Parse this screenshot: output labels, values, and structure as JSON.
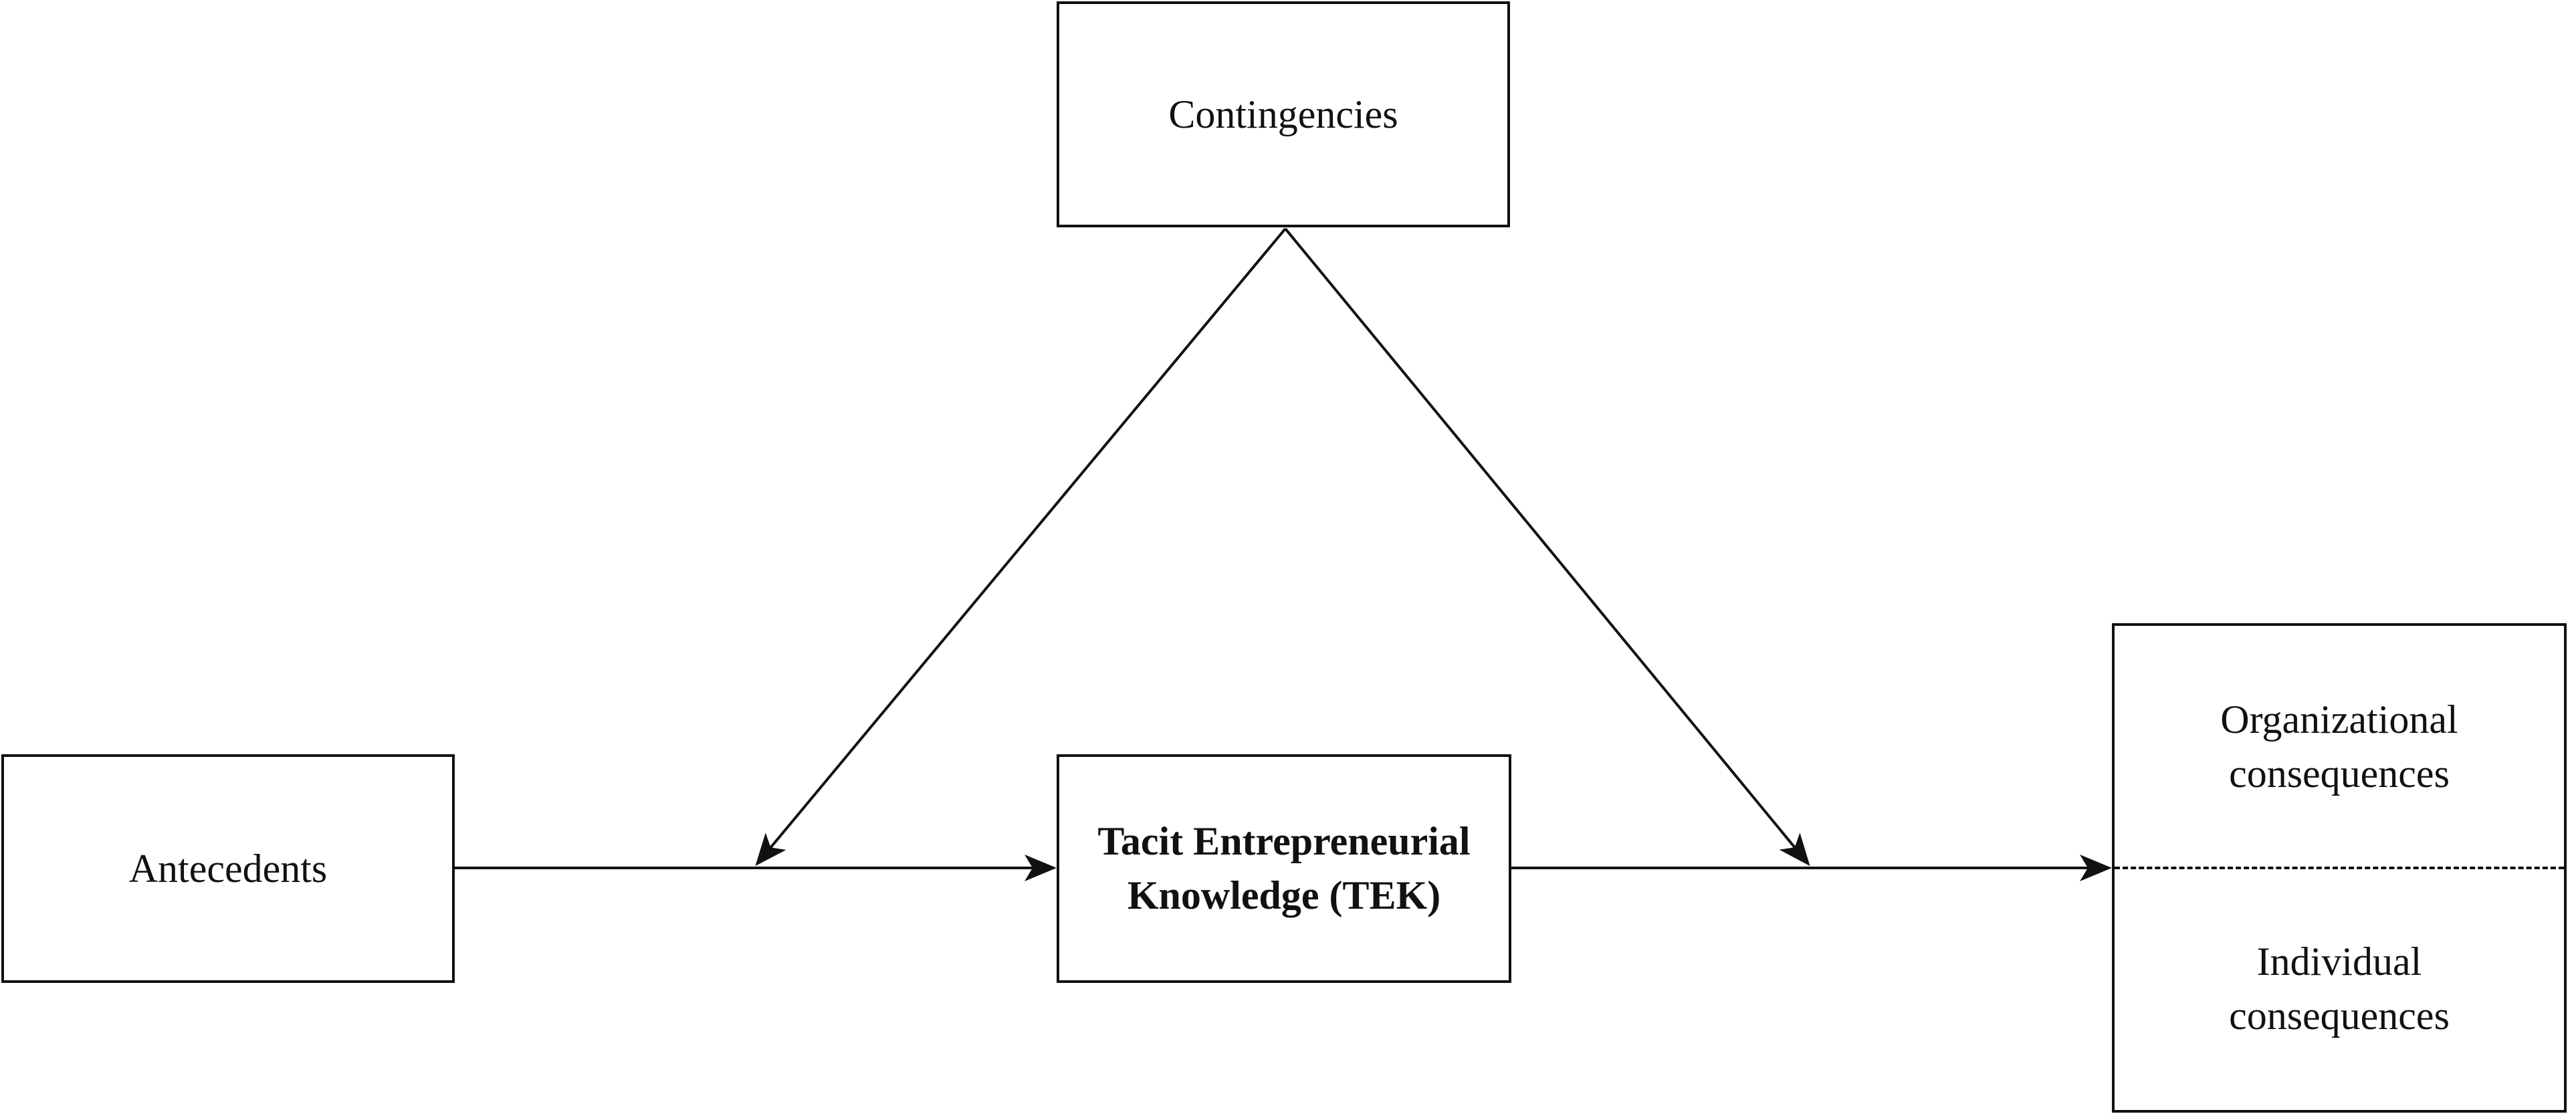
{
  "diagram": {
    "nodes": {
      "contingencies": {
        "label": "Contingencies"
      },
      "antecedents": {
        "label": "Antecedents"
      },
      "tek": {
        "label": "Tacit Entrepreneurial Knowledge (TEK)"
      },
      "consequences": {
        "organizational": "Organizational consequences",
        "individual": "Individual consequences"
      }
    },
    "edges": [
      {
        "from": "antecedents",
        "to": "tek",
        "style": "solid",
        "arrow": "end"
      },
      {
        "from": "tek",
        "to": "consequences",
        "style": "solid",
        "arrow": "end"
      },
      {
        "from": "contingencies",
        "to": "antecedents-tek-link",
        "style": "solid",
        "arrow": "end"
      },
      {
        "from": "contingencies",
        "to": "tek-consequences-link",
        "style": "solid",
        "arrow": "end"
      }
    ],
    "colors": {
      "line": "#111111",
      "background": "#ffffff"
    }
  }
}
